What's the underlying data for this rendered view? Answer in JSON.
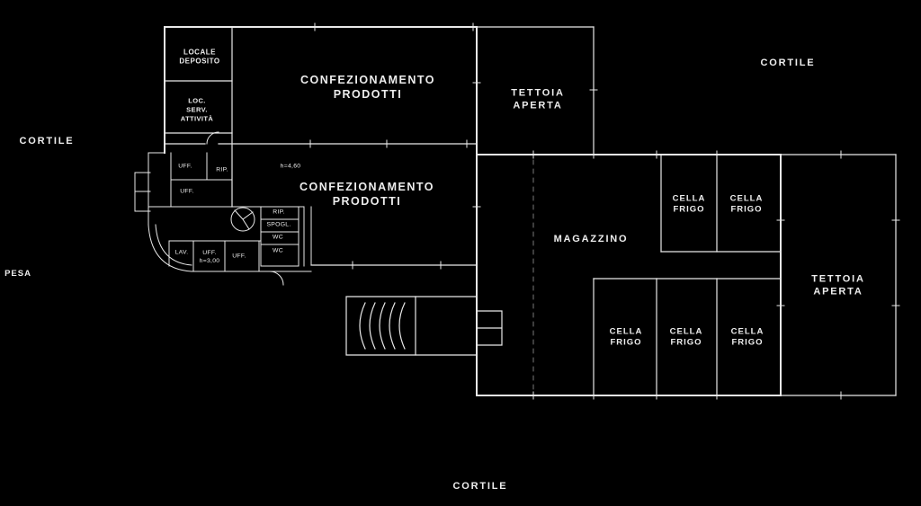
{
  "colors": {
    "background": "#000000",
    "line": "#e9e9e9",
    "text": "#ededed"
  },
  "areas": {
    "cortile_top_right": "CORTILE",
    "cortile_left": "CORTILE",
    "cortile_bottom": "CORTILE",
    "pesa": "PESA"
  },
  "rooms": {
    "locale_deposito": "LOCALE\nDEPOSITO",
    "loc_serv_attivita": "LOC.\nSERV.\nATTIVITÀ",
    "confezionamento_top": "CONFEZIONAMENTO\nPRODOTTI",
    "tettoia_top": "TETTOIA\nAPERTA",
    "confezionamento_mid": "CONFEZIONAMENTO\nPRODOTTI",
    "magazzino": "MAGAZZINO",
    "cella_frigo_top_1": "CELLA\nFRIGO",
    "cella_frigo_top_2": "CELLA\nFRIGO",
    "cella_frigo_bottom_1": "CELLA\nFRIGO",
    "cella_frigo_bottom_2": "CELLA\nFRIGO",
    "cella_frigo_bottom_3": "CELLA\nFRIGO",
    "tettoia_right": "TETTOIA\nAPERTA"
  },
  "small_rooms": {
    "uff_top": "UFF.",
    "rip_top": "RIP.",
    "uff_mid": "UFF.",
    "height_note": "h=4,60",
    "lav": "LAV.",
    "uff_h300": "UFF.\nh=3,00",
    "uff_bottom": "UFF.",
    "rip_small": "RIP.",
    "spogl": "SPOGL.",
    "wc_1": "WC",
    "wc_2": "WC"
  }
}
